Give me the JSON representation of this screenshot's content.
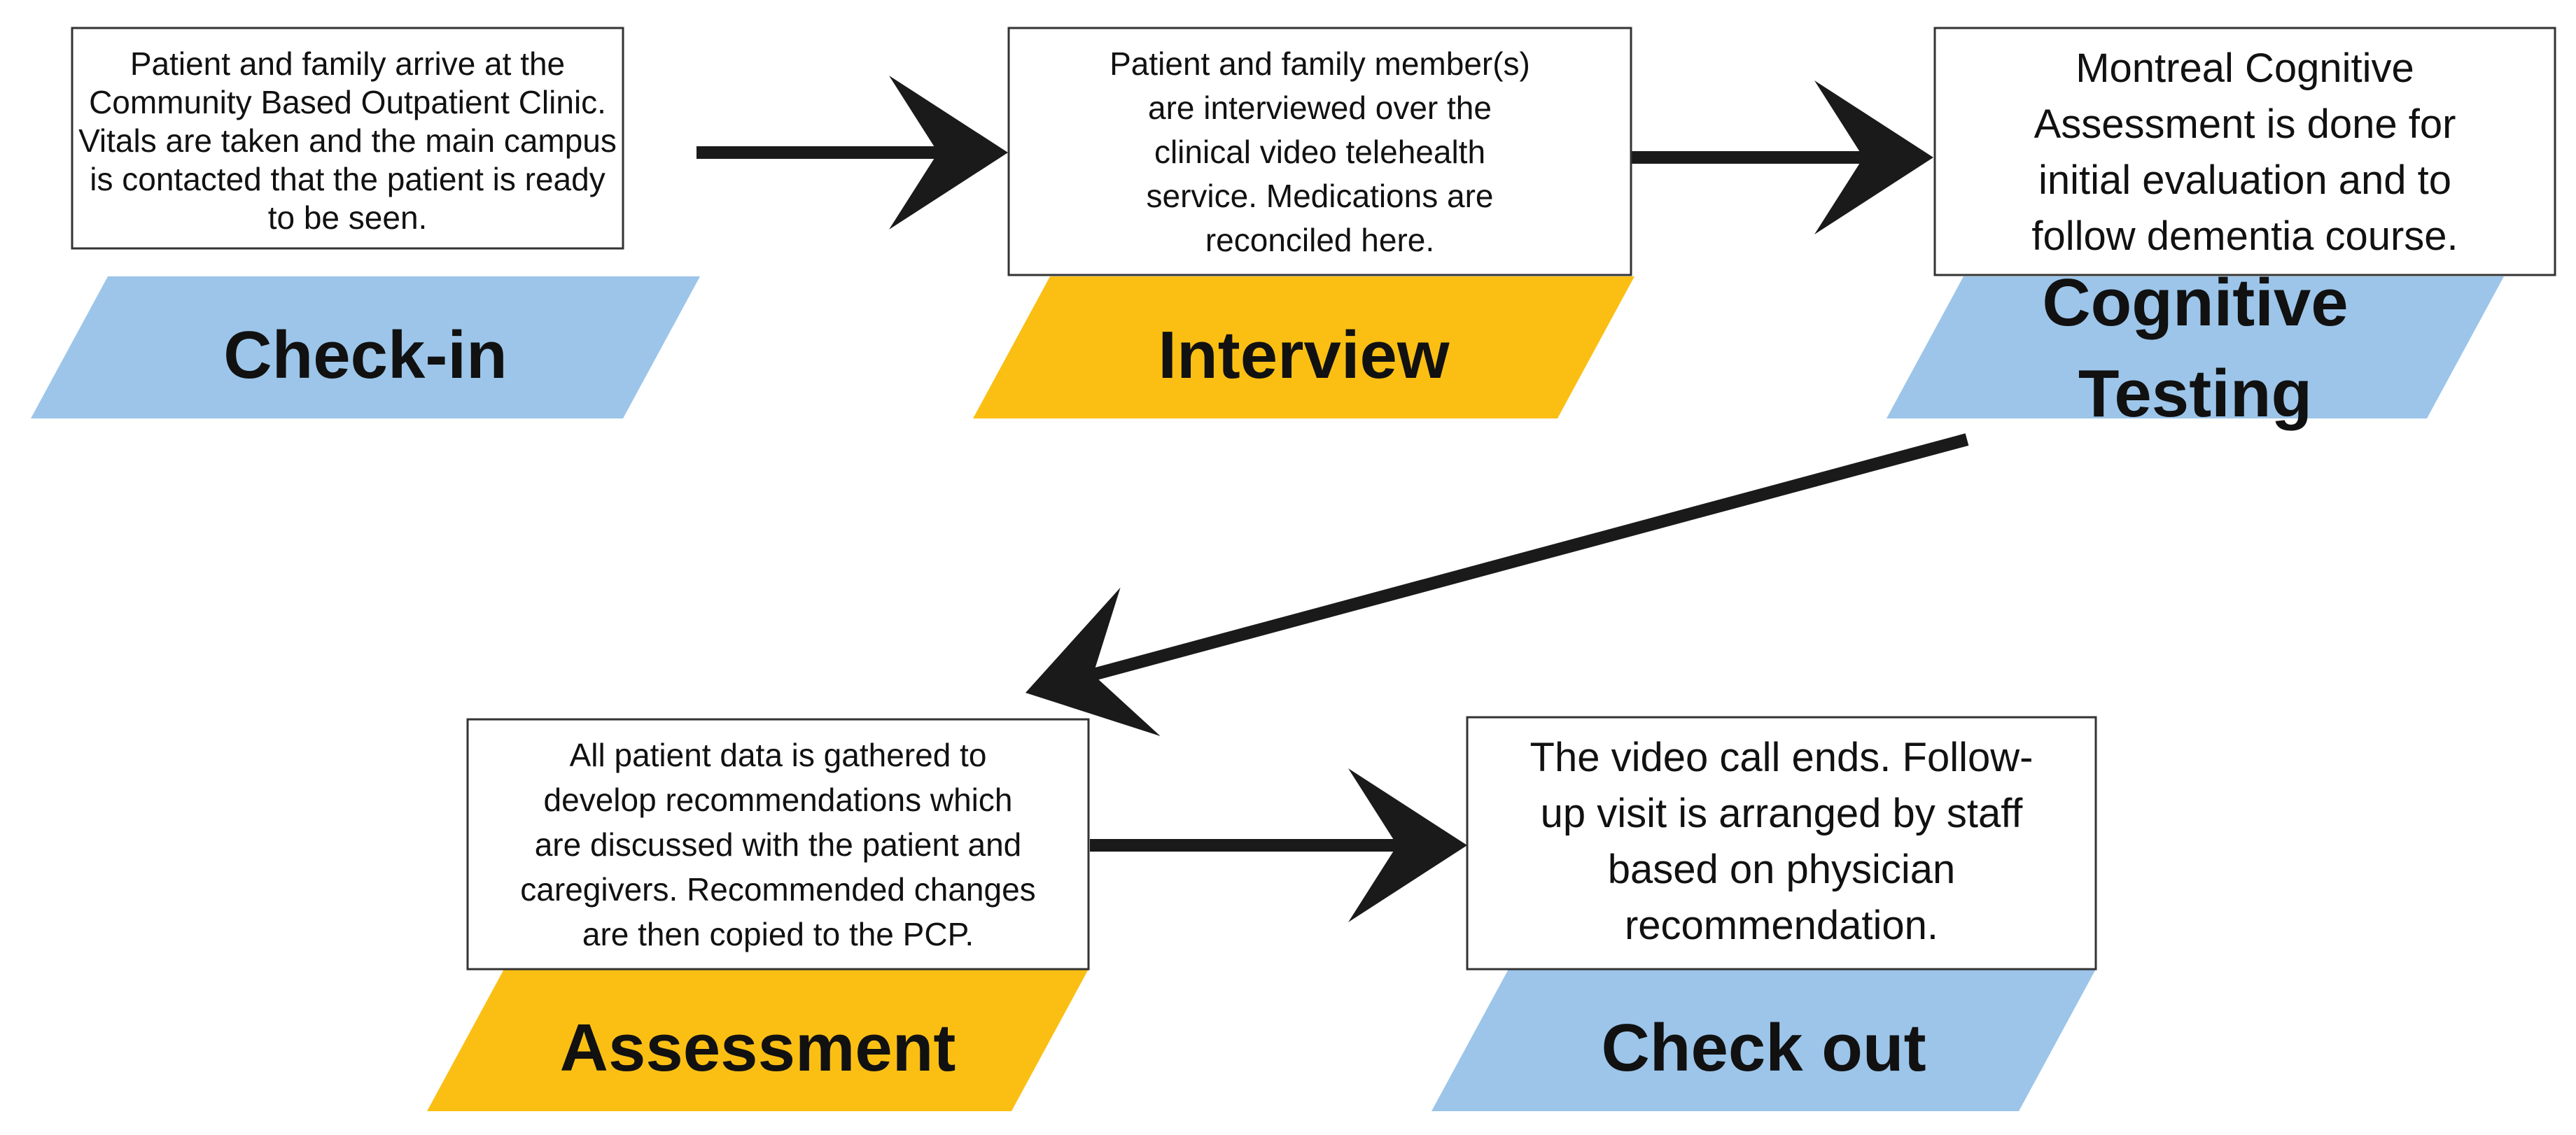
{
  "colors": {
    "blue_banner": "#9cc5e9",
    "gold_banner": "#fbbf14",
    "arrow": "#1a1a1a",
    "box_border": "#333333",
    "box_fill": "#ffffff"
  },
  "steps": [
    {
      "label": "Check-in",
      "label_lines": [
        "Check-in"
      ],
      "banner_color": "blue",
      "description_lines": [
        "Patient and family arrive at the",
        "Community Based Outpatient Clinic.",
        "Vitals are taken and the main campus",
        "is contacted that the patient is ready",
        "to be seen."
      ]
    },
    {
      "label": "Interview",
      "label_lines": [
        "Interview"
      ],
      "banner_color": "gold",
      "description_lines": [
        "Patient and family member(s)",
        "are interviewed over the",
        "clinical video telehealth",
        "service. Medications are",
        "reconciled here."
      ]
    },
    {
      "label": "Cognitive Testing",
      "label_lines": [
        "Cognitive",
        "Testing"
      ],
      "banner_color": "blue",
      "description_lines": [
        "Montreal Cognitive",
        "Assessment is done for",
        "initial evaluation and to",
        "follow dementia course."
      ]
    },
    {
      "label": "Assessment",
      "label_lines": [
        "Assessment"
      ],
      "banner_color": "gold",
      "description_lines": [
        "All patient data is gathered to",
        "develop recommendations which",
        "are discussed with the patient and",
        "caregivers. Recommended changes",
        "are then copied to the PCP."
      ]
    },
    {
      "label": "Check out",
      "label_lines": [
        "Check out"
      ],
      "banner_color": "blue",
      "description_lines": [
        "The video call ends. Follow-",
        "up visit is arranged by staff",
        "based on physician",
        "recommendation."
      ]
    }
  ],
  "connections": [
    {
      "from": "Check-in",
      "to": "Interview"
    },
    {
      "from": "Interview",
      "to": "Cognitive Testing"
    },
    {
      "from": "Cognitive Testing",
      "to": "Assessment"
    },
    {
      "from": "Assessment",
      "to": "Check out"
    }
  ]
}
